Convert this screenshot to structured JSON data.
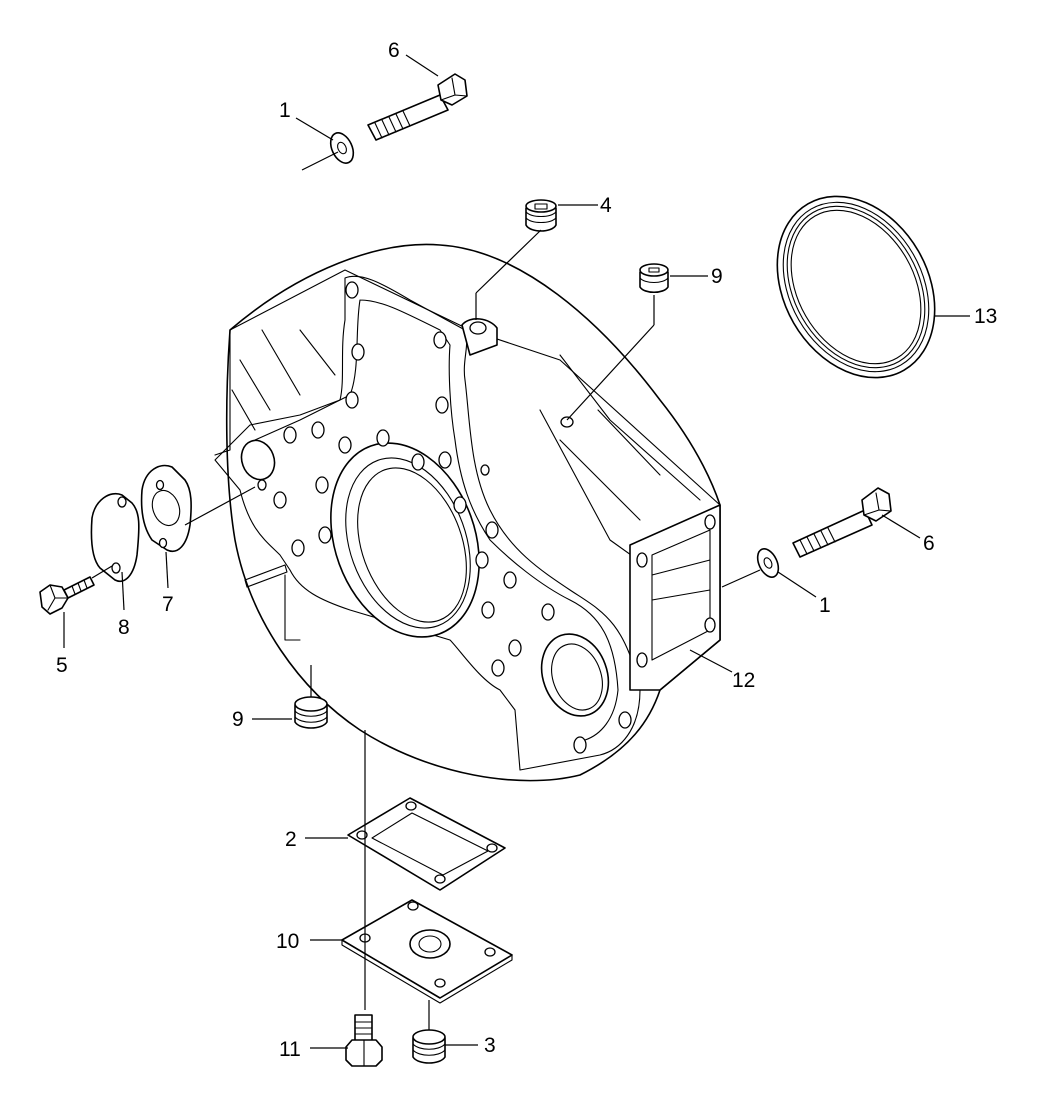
{
  "callouts": {
    "c1_top": "1",
    "c6_top": "6",
    "c4": "4",
    "c9_top": "9",
    "c13": "13",
    "c6_right": "6",
    "c1_right": "1",
    "c12": "12",
    "c8": "8",
    "c7": "7",
    "c5": "5",
    "c9_bottom": "9",
    "c2": "2",
    "c10": "10",
    "c11": "11",
    "c3": "3"
  }
}
